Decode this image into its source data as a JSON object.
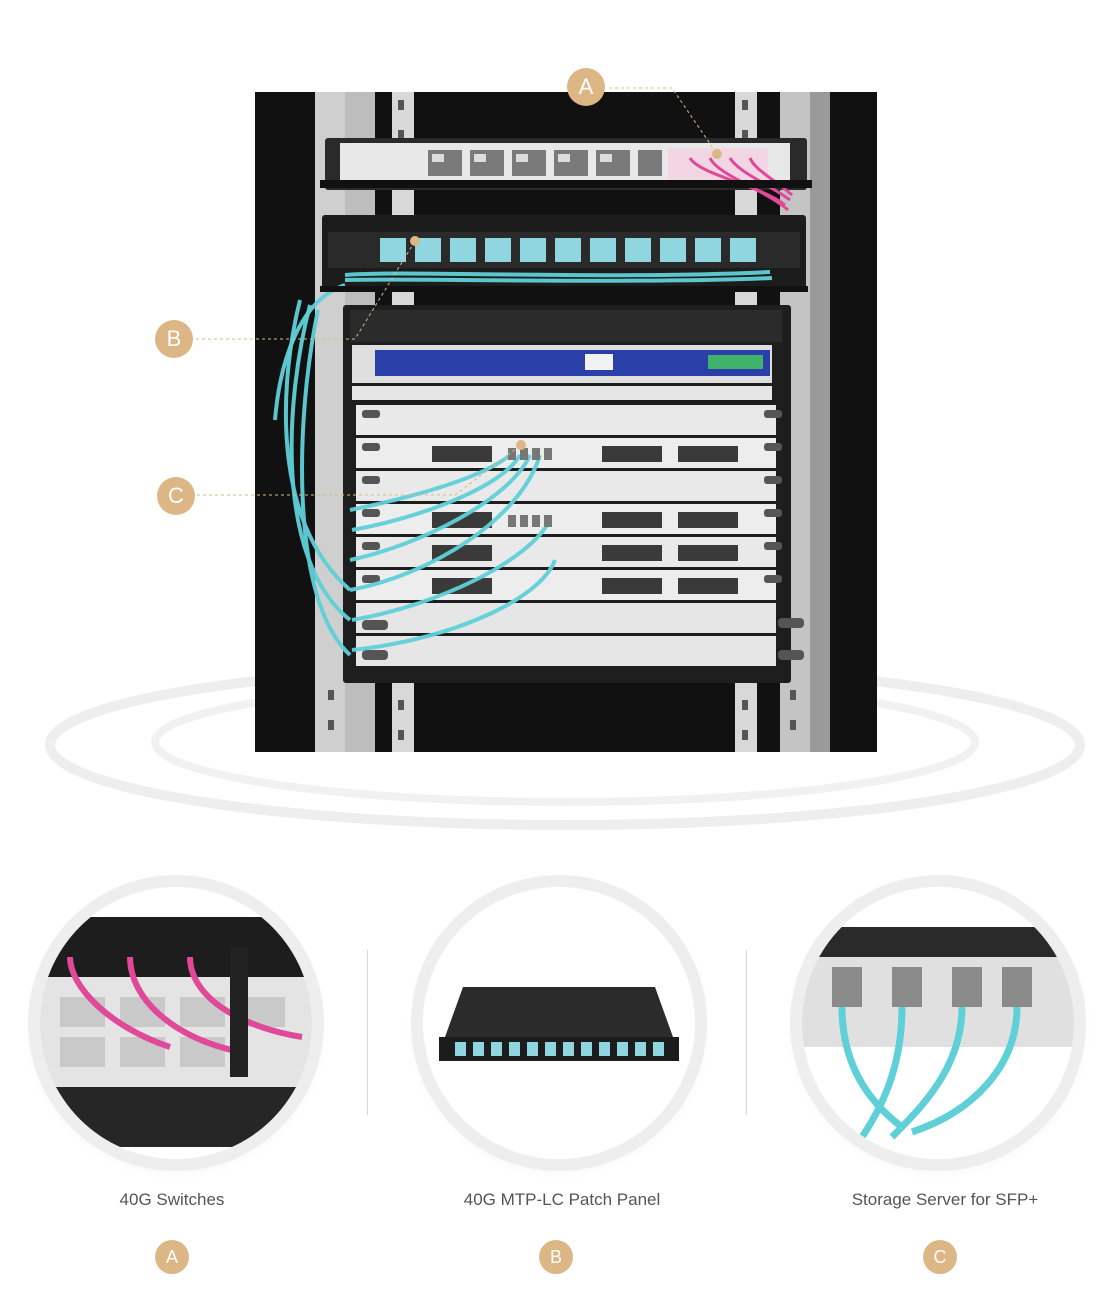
{
  "callouts": {
    "rack_a": "A",
    "rack_b": "B",
    "rack_c": "C"
  },
  "components": [
    {
      "badge": "A",
      "label": "40G Switches"
    },
    {
      "badge": "B",
      "label": "40G MTP-LC Patch Panel"
    },
    {
      "badge": "C",
      "label": "Storage Server for SFP+"
    }
  ],
  "colors": {
    "accent": "#dcb684",
    "aqua_cable": "#5fd0d8",
    "magenta_cable": "#e0489a",
    "rack_black": "#1a1a1a"
  }
}
